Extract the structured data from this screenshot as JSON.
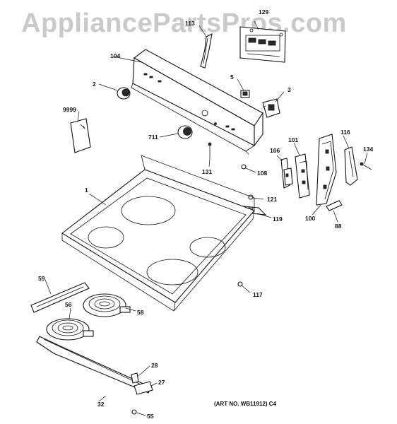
{
  "watermark": "AppliancePartsPros.com",
  "art_number": "(ART NO. WB11912) C4",
  "callouts": {
    "c129": "129",
    "c113": "113",
    "c104": "104",
    "c5": "5",
    "c2": "2",
    "c3": "3",
    "c9999": "9999",
    "c711": "711",
    "c101": "101",
    "c116": "116",
    "c106": "106",
    "c134": "134",
    "c131": "131",
    "c108": "108",
    "c1": "1",
    "c121": "121",
    "c119": "119",
    "c100": "100",
    "c88": "88",
    "c59": "59",
    "c117": "117",
    "c56": "56",
    "c58": "58",
    "c28": "28",
    "c27": "27",
    "c32": "32",
    "c55": "55"
  }
}
